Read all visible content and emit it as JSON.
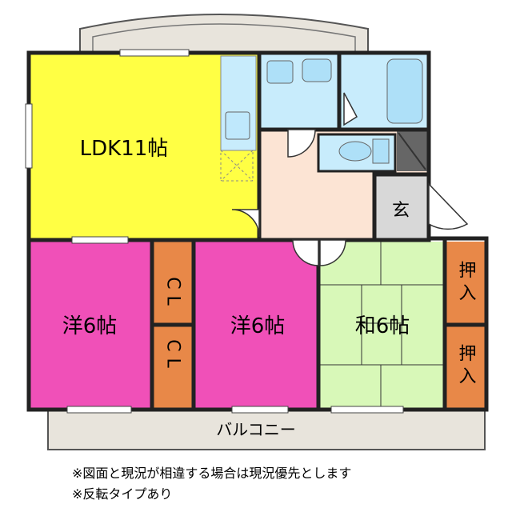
{
  "rooms": {
    "ldk": "LDK11帖",
    "western1": "洋6帖",
    "western2": "洋6帖",
    "japanese": "和6帖",
    "closet1": "CL",
    "closet2": "CL",
    "oshiire1": "押入",
    "oshiire2": "押入",
    "entrance": "玄",
    "balcony": "バルコニー"
  },
  "notes": {
    "line1": "※図面と現況が相違する場合は現況優先とします",
    "line2": "※反転タイプあり"
  },
  "colors": {
    "ldk": "#ffff44",
    "western": "#f050b8",
    "japanese": "#d8f8b8",
    "closet": "#e88848",
    "wet": "#c8ecfc",
    "hall": "#fce4d4",
    "genkan": "#d8d8d8",
    "balcony": "#e8e4dc",
    "wall": "#222222"
  }
}
